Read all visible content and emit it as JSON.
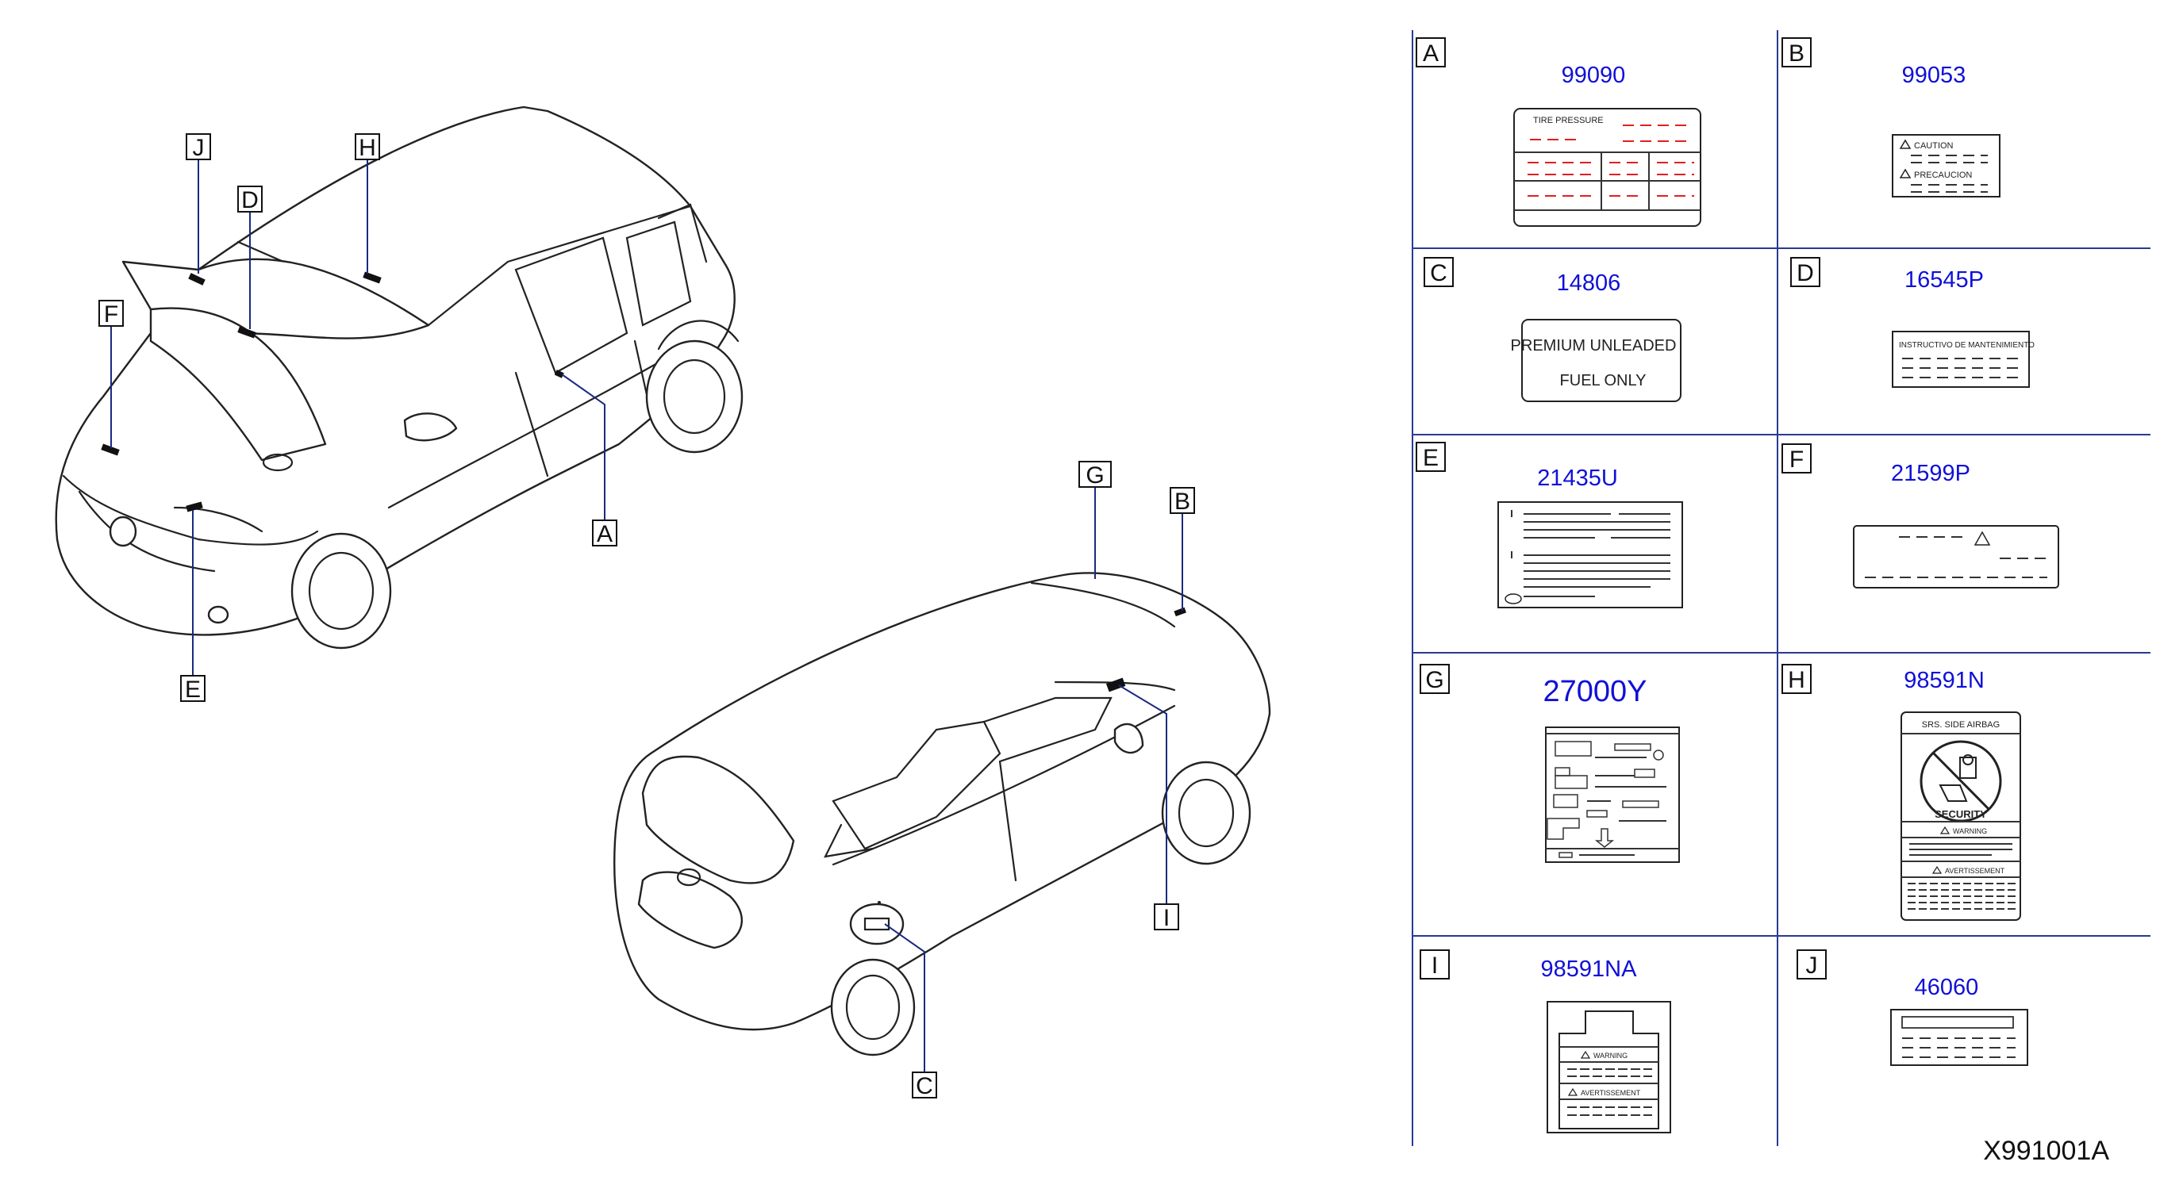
{
  "callouts": [
    "J",
    "H",
    "D",
    "F",
    "A",
    "E",
    "G",
    "B",
    "I",
    "C"
  ],
  "cells": [
    {
      "letter": "A",
      "part_number": "99090"
    },
    {
      "letter": "B",
      "part_number": "99053"
    },
    {
      "letter": "C",
      "part_number": "14806"
    },
    {
      "letter": "D",
      "part_number": "16545P"
    },
    {
      "letter": "E",
      "part_number": "21435U"
    },
    {
      "letter": "F",
      "part_number": "21599P"
    },
    {
      "letter": "G",
      "part_number": "27000Y"
    },
    {
      "letter": "H",
      "part_number": "98591N"
    },
    {
      "letter": "I",
      "part_number": "98591NA"
    },
    {
      "letter": "J",
      "part_number": "46060"
    }
  ],
  "label_text": {
    "tire_pressure": "TIRE   PRESSURE",
    "caution": "CAUTION",
    "precaucion": "PRECAUCION",
    "premium_unleaded": "PREMIUM   UNLEADED",
    "fuel_only": "FUEL   ONLY",
    "instructivo": "INSTRUCTIVO    DE    MANTENIMIENTO",
    "srs_side_airbag": "SRS.   SIDE   AIRBAG",
    "warning": "WARNING",
    "avertissement": "AVERTISSEMENT",
    "security": "SECURITY"
  },
  "diagram_code": "X991001A",
  "colors": {
    "part_number": "#1010d8",
    "leader": "#1a2a80",
    "tire_dash": "#e02020"
  }
}
